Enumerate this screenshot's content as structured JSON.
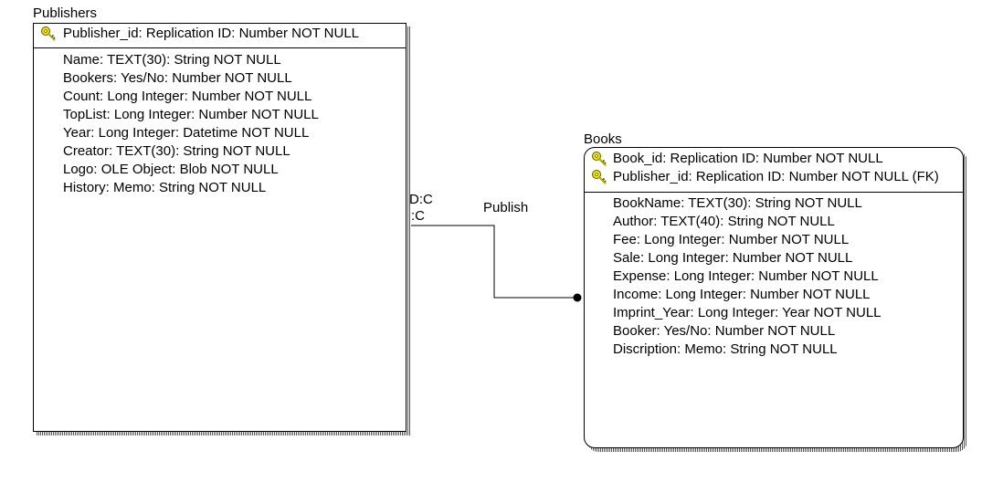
{
  "publishers": {
    "name": "Publishers",
    "keys": [
      "Publisher_id: Replication ID: Number NOT NULL"
    ],
    "attributes": [
      "Name: TEXT(30): String NOT NULL",
      "Bookers: Yes/No: Number NOT NULL",
      "Count: Long Integer: Number NOT NULL",
      "TopList: Long Integer: Number NOT NULL",
      "Year: Long Integer: Datetime NOT NULL",
      "Creator: TEXT(30): String NOT NULL",
      "Logo: OLE Object: Blob NOT NULL",
      "History: Memo: String NOT NULL"
    ]
  },
  "books": {
    "name": "Books",
    "keys": [
      "Book_id: Replication ID: Number NOT NULL",
      "Publisher_id: Replication ID: Number NOT NULL (FK)"
    ],
    "attributes": [
      "BookName: TEXT(30): String NOT NULL",
      "Author: TEXT(40): String NOT NULL",
      "Fee: Long Integer: Number NOT NULL",
      "Sale: Long Integer: Number NOT NULL",
      "Expense: Long Integer: Number NOT NULL",
      "Income: Long Integer: Number NOT NULL",
      "Imprint_Year: Long Integer: Year NOT NULL",
      "Booker: Yes/No: Number NOT NULL",
      "Discription: Memo: String NOT NULL"
    ]
  },
  "relationship": {
    "name": "Publish",
    "parent_card_1": "D:C",
    "parent_card_2": ":C"
  },
  "colors": {
    "key_icon_fill": "#f2e600",
    "key_icon_stroke": "#5a5a00",
    "line": "#000000"
  },
  "icons": {
    "primary_key": "key-icon"
  }
}
